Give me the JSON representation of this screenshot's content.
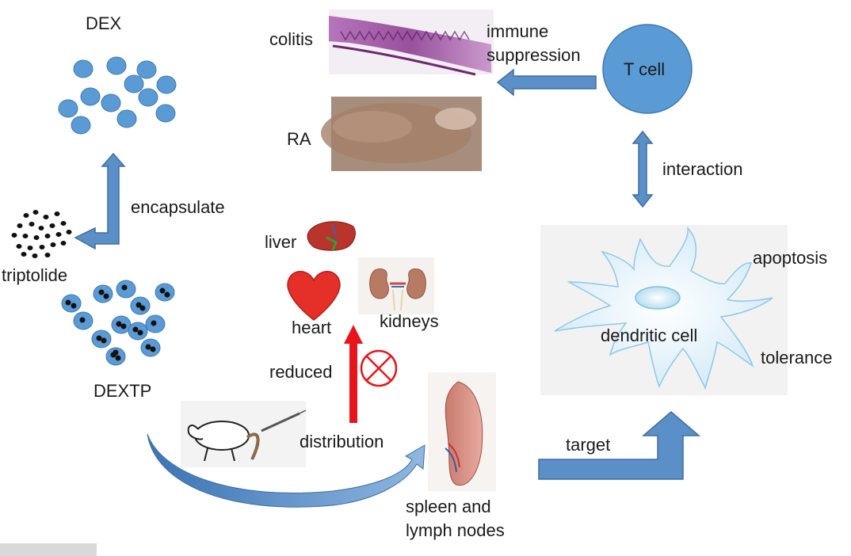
{
  "labels": {
    "dex": "DEX",
    "encapsulate": "encapsulate",
    "triptolide": "triptolide",
    "dextp": "DEXTP",
    "colitis": "colitis",
    "immune_line1": "immune",
    "immune_line2": "suppression",
    "ra": "RA",
    "t_cell": "T cell",
    "interaction": "interaction",
    "liver": "liver",
    "heart": "heart",
    "kidneys": "kidneys",
    "reduced": "reduced",
    "distribution": "distribution",
    "apoptosis": "apoptosis",
    "dendritic_cell": "dendritic cell",
    "tolerance": "tolerance",
    "target": "target",
    "spleen_line1": "spleen and",
    "spleen_line2": "lymph nodes"
  },
  "colors": {
    "dot_blue": "#5b9bd5",
    "arrow_blue": "#5b8fc8",
    "arrow_stroke": "#3f6f9f",
    "red_arrow": "#e8141b",
    "cell_fill": "#d8eef9",
    "cell_stroke": "#8ec8e8",
    "text": "#1a1a1a"
  }
}
